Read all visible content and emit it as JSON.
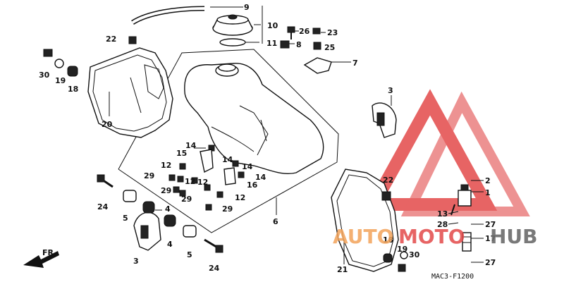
{
  "diagram": {
    "code": "MAC3-F1200",
    "direction_label": "FR.",
    "watermark": {
      "part1": "AUTO",
      "part2": "MOTO",
      "part3": "HUB",
      "color_red": "#e34a4a",
      "color_orange": "#f3a35a",
      "color_gray": "#6b6b6b"
    },
    "callouts": {
      "c1": "1",
      "c2": "2",
      "c3a": "3",
      "c3b": "3",
      "c4a": "4",
      "c4b": "4",
      "c5a": "5",
      "c5b": "5",
      "c6": "6",
      "c7": "7",
      "c8": "8",
      "c9": "9",
      "c10": "10",
      "c11": "11",
      "c12a": "12",
      "c12b": "12",
      "c12c": "12",
      "c12d": "12",
      "c13": "13",
      "c14a": "14",
      "c14b": "14",
      "c14c": "14",
      "c14d": "14",
      "c15": "15",
      "c16": "16",
      "c17": "17",
      "c18a": "18",
      "c18b": "18",
      "c19a": "19",
      "c19b": "19",
      "c20": "20",
      "c21": "21",
      "c22a": "22",
      "c22b": "22",
      "c23": "23",
      "c24a": "24",
      "c24b": "24",
      "c25": "25",
      "c26": "26",
      "c27a": "27",
      "c27b": "27",
      "c28": "28",
      "c29a": "29",
      "c29b": "29",
      "c29c": "29",
      "c29d": "29",
      "c30a": "30",
      "c30b": "30"
    }
  }
}
